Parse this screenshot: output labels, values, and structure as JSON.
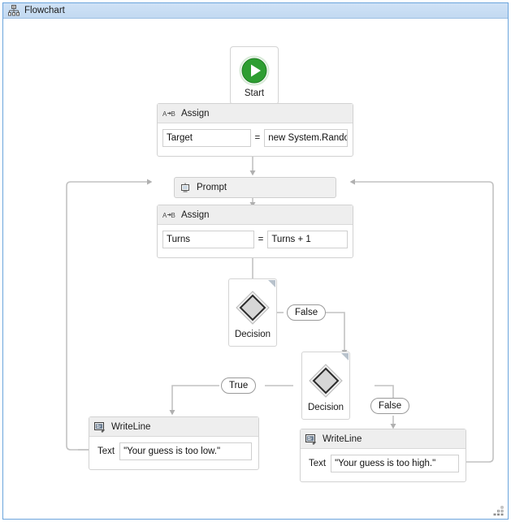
{
  "window": {
    "title": "Flowchart",
    "title_icon": "flowchart-hierarchy-icon"
  },
  "nodes": {
    "start": {
      "label": "Start",
      "icon": "play-circle-icon"
    },
    "assign_target": {
      "title": "Assign",
      "icon": "assign-a-to-b-icon",
      "to_value": "Target",
      "operator": "=",
      "value": "new System.Randor"
    },
    "prompt": {
      "title": "Prompt",
      "icon": "prompt-dialog-icon"
    },
    "assign_turns": {
      "title": "Assign",
      "icon": "assign-a-to-b-icon",
      "to_value": "Turns",
      "operator": "=",
      "value": "Turns + 1"
    },
    "decision_one": {
      "label": "Decision",
      "icon": "decision-diamond-icon"
    },
    "decision_two": {
      "label": "Decision",
      "icon": "decision-diamond-icon"
    },
    "writeline_low": {
      "title": "WriteLine",
      "icon": "writeline-console-icon",
      "text_label": "Text",
      "text_value": "\"Your guess is too low.\""
    },
    "writeline_high": {
      "title": "WriteLine",
      "icon": "writeline-console-icon",
      "text_label": "Text",
      "text_value": "\"Your guess is too high.\""
    }
  },
  "branch_labels": {
    "decision_one_false": "False",
    "decision_two_true": "True",
    "decision_two_false": "False"
  },
  "colors": {
    "titlebar_background": "#c8ddf2",
    "frame_border": "#6ba4dc",
    "canvas_background": "#ffffff",
    "start_green": "#2e9e32",
    "connector_gray": "#b5b5b5",
    "card_header_gray": "#eeeeee"
  },
  "grip": {
    "icon": "resize-grip-icon"
  }
}
